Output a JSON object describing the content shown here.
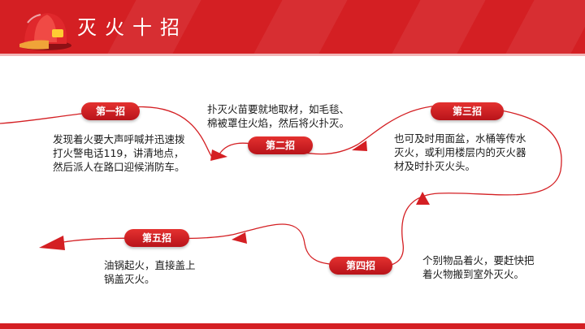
{
  "title": "灭火十招",
  "steps": [
    {
      "label": "第一招",
      "text_lines": [
        "发现着火要大声呼喊并迅速拨",
        "打火警电话119，讲清地点，",
        "然后派人在路口迎候消防车。"
      ]
    },
    {
      "label": "第二招",
      "text_lines": [
        "扑灭火苗要就地取材，如毛毯、",
        "棉被罩住火焰，然后将火扑灭。"
      ]
    },
    {
      "label": "第三招",
      "text_lines": [
        "也可及时用面盆，水桶等传水",
        "灭火，或利用楼层内的灭火器",
        "材及时扑灭火头。"
      ]
    },
    {
      "label": "第四招",
      "text_lines": [
        "个别物品着火，要赶快把",
        "着火物搬到室外灭火。"
      ]
    },
    {
      "label": "第五招",
      "text_lines": [
        "油锅起火，直接盖上",
        "锅盖灭火。"
      ]
    }
  ],
  "colors": {
    "primary": "#d41f23",
    "text": "#1a1a1a"
  },
  "icons": [
    "fire-helmet-icon",
    "arrow-icon"
  ]
}
